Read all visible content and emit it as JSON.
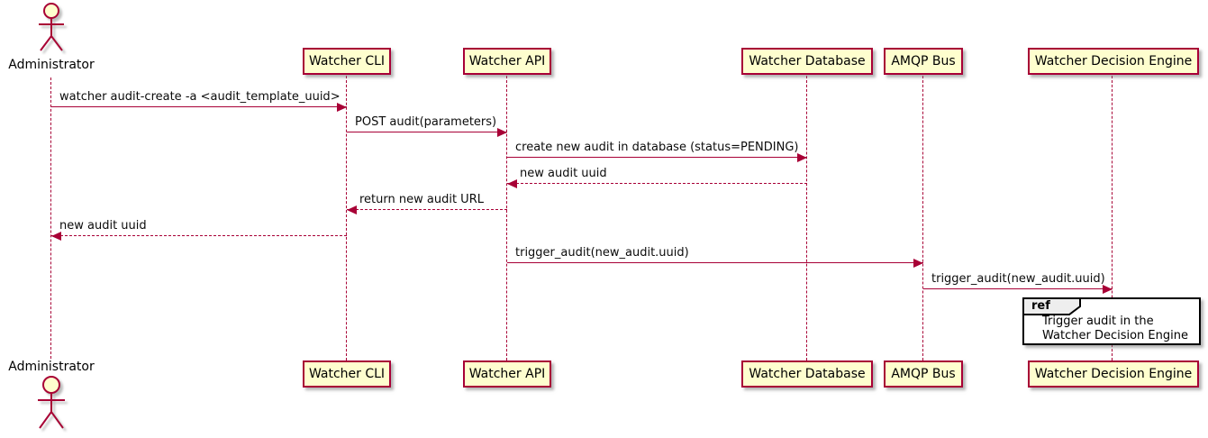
{
  "diagram": {
    "type": "sequence",
    "actor": {
      "name": "Administrator"
    },
    "participants": [
      {
        "label": "Watcher CLI"
      },
      {
        "label": "Watcher API"
      },
      {
        "label": "Watcher Database"
      },
      {
        "label": "AMQP Bus"
      },
      {
        "label": "Watcher Decision Engine"
      }
    ],
    "messages": [
      {
        "text": "watcher audit-create -a <audit_template_uuid>",
        "from": "Administrator",
        "to": "Watcher CLI",
        "style": "solid"
      },
      {
        "text": "POST audit(parameters)",
        "from": "Watcher CLI",
        "to": "Watcher API",
        "style": "solid"
      },
      {
        "text": "create new audit in database (status=PENDING)",
        "from": "Watcher API",
        "to": "Watcher Database",
        "style": "solid"
      },
      {
        "text": "new audit uuid",
        "from": "Watcher Database",
        "to": "Watcher API",
        "style": "dashed"
      },
      {
        "text": "return new audit URL",
        "from": "Watcher API",
        "to": "Watcher CLI",
        "style": "dashed"
      },
      {
        "text": "new audit uuid",
        "from": "Watcher CLI",
        "to": "Administrator",
        "style": "dashed"
      },
      {
        "text": "trigger_audit(new_audit.uuid)",
        "from": "Watcher API",
        "to": "AMQP Bus",
        "style": "solid"
      },
      {
        "text": "trigger_audit(new_audit.uuid)",
        "from": "AMQP Bus",
        "to": "Watcher Decision Engine",
        "style": "solid"
      }
    ],
    "ref": {
      "keyword": "ref",
      "lines": [
        "Trigger audit in the",
        "Watcher Decision Engine"
      ]
    },
    "colors": {
      "participant_fill": "#FEFECE",
      "border": "#A80036",
      "arrow": "#A80036",
      "lifeline": "#A80036",
      "ref_border": "#000000",
      "ref_tab_fill": "#EEEEEE",
      "text": "#000000",
      "background": "#FFFFFF"
    }
  }
}
